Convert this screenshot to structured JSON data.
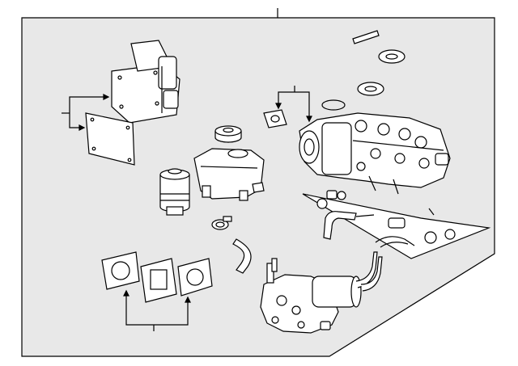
{
  "diagram": {
    "kind": "exploded parts illustration",
    "colors": {
      "background": "#ffffff",
      "panel_fill": "#e8e8e8",
      "line": "#000000",
      "part_fill": "#ffffff"
    },
    "parts": [
      "control-module",
      "module-gasket",
      "reservoir-cap",
      "fluid-reservoir",
      "accumulator-filter",
      "hose-clamp",
      "reservoir-hose",
      "gasket-set",
      "master-cylinder-booster",
      "mounting-bracket",
      "roll-pin",
      "grommet-upper",
      "grommet-lower",
      "o-ring",
      "pump-motor-assembly",
      "pipe-kit"
    ]
  }
}
